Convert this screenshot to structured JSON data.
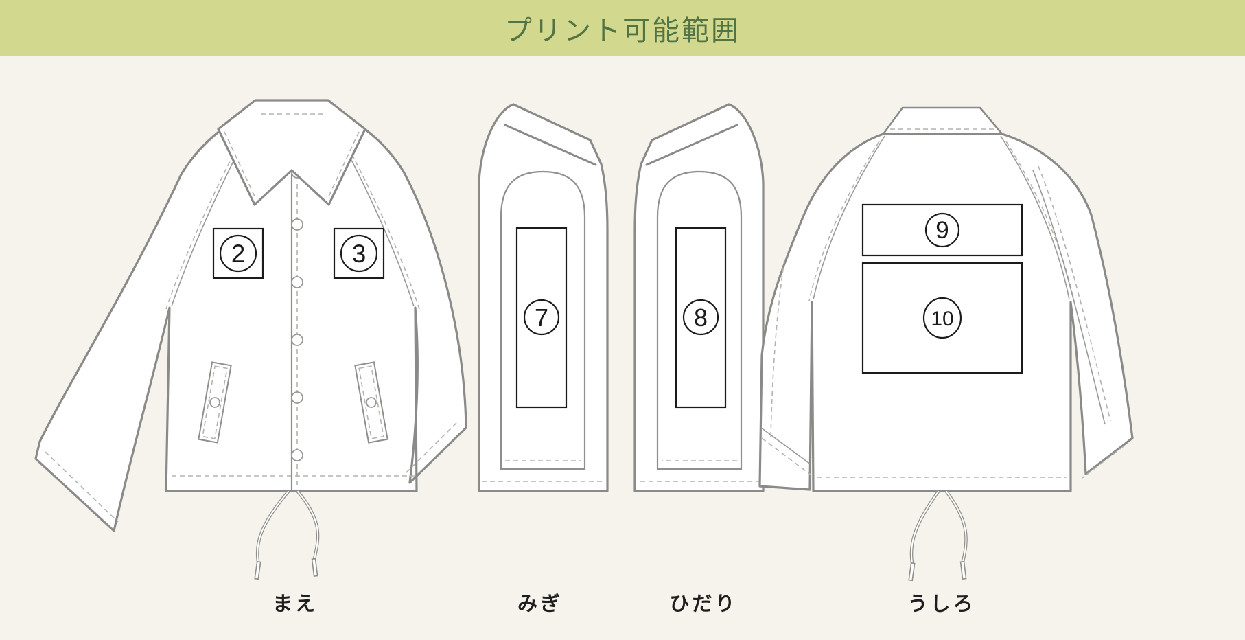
{
  "header": {
    "title": "プリント可能範囲"
  },
  "colors": {
    "header_bg": "#d2d88e",
    "header_text": "#527445",
    "page_bg": "#f5f3ec",
    "garment_outline": "#8a8a88",
    "print_box": "#1b1b1b",
    "label_text": "#1e1e1e"
  },
  "views": [
    {
      "id": "front",
      "label": "まえ",
      "print_areas": [
        {
          "number": "2",
          "location": "left-chest"
        },
        {
          "number": "3",
          "location": "right-chest"
        }
      ]
    },
    {
      "id": "right-sleeve",
      "label": "みぎ",
      "print_areas": [
        {
          "number": "7",
          "location": "sleeve"
        }
      ]
    },
    {
      "id": "left-sleeve",
      "label": "ひだり",
      "print_areas": [
        {
          "number": "8",
          "location": "sleeve"
        }
      ]
    },
    {
      "id": "back",
      "label": "うしろ",
      "print_areas": [
        {
          "number": "9",
          "location": "upper-back"
        },
        {
          "number": "10",
          "location": "center-back"
        }
      ]
    }
  ]
}
